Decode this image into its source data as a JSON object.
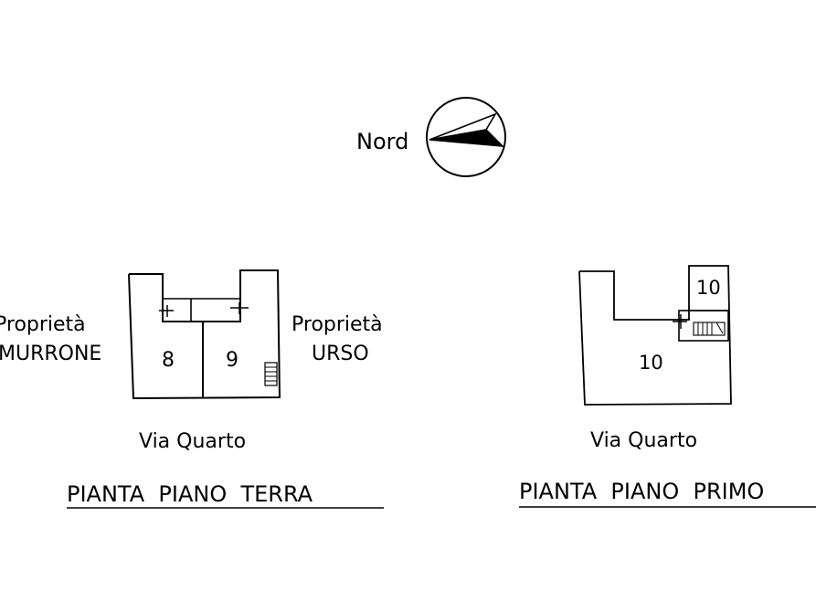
{
  "compass": {
    "label": "Nord"
  },
  "ground_floor": {
    "title": "PIANTA  PIANO  TERRA",
    "left_owner": {
      "line1": "Proprietà",
      "line2": "MURRONE"
    },
    "right_owner": {
      "line1": "Proprietà",
      "line2": "URSO"
    },
    "unit_left": "8",
    "unit_right": "9",
    "street": "Via  Quarto"
  },
  "first_floor": {
    "title": "PIANTA  PIANO  PRIMO",
    "unit_small": "10",
    "unit_main": "10",
    "street": "Via  Quarto"
  }
}
